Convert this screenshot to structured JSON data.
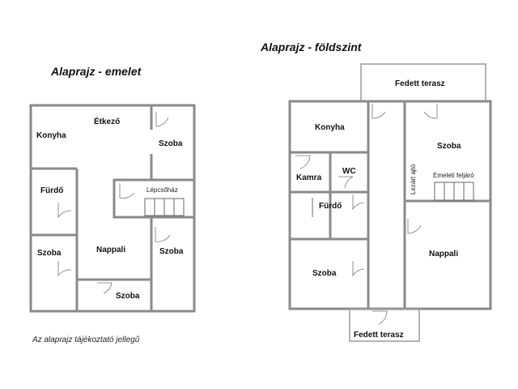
{
  "titles": {
    "upper": "Alaprajz - emelet",
    "ground": "Alaprajz - földszint"
  },
  "note": "Az alaprajz tájékoztató jellegű",
  "upper_floor": {
    "rooms": {
      "konyha": "Konyha",
      "etkezo": "Étkező",
      "szoba_top_right": "Szoba",
      "furdo": "Fürdő",
      "lepcsohaz": "Lépcsőház",
      "szoba_left": "Szoba",
      "nappali": "Nappali",
      "szoba_right": "Szoba",
      "szoba_bottom": "Szoba"
    }
  },
  "ground_floor": {
    "rooms": {
      "fedett_terasz_top": "Fedett terasz",
      "konyha": "Konyha",
      "szoba_right": "Szoba",
      "kamra": "Kamra",
      "wc": "WC",
      "lezart_ajto": "Lezárt ajtó",
      "emeleti_feljaro": "Emeleti feljáró",
      "furdo": "Fürdő",
      "szoba_left": "Szoba",
      "nappali": "Nappali",
      "fedett_terasz_bottom": "Fedett terasz"
    }
  }
}
